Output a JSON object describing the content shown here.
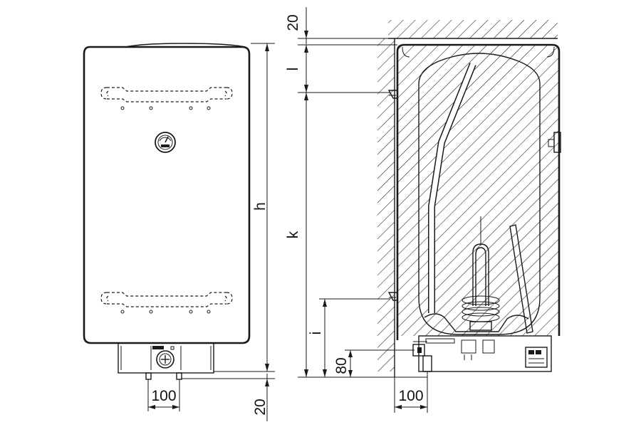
{
  "dimensions": {
    "top_gap": "20",
    "l": "l",
    "h": "h",
    "k": "k",
    "i": "i",
    "bottom_80": "80",
    "pipe_spacing_front": "100",
    "pipe_spacing_side": "100",
    "bottom_gap": "20"
  },
  "colors": {
    "stroke": "#1a1a1a",
    "background": "#ffffff",
    "tank_fill": "#ffffff"
  }
}
